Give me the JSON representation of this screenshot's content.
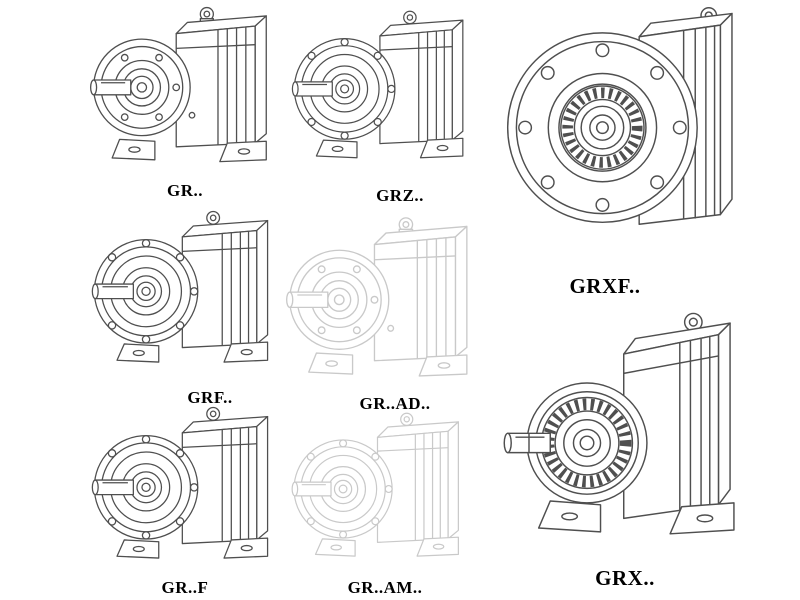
{
  "page": {
    "background_color": "#ffffff",
    "line_color": "#4f4f4f",
    "ghost_line_color": "#c9c9c9",
    "label_color": "#000000"
  },
  "models": [
    {
      "id": "gr",
      "label": "GR.."
    },
    {
      "id": "grz",
      "label": "GRZ.."
    },
    {
      "id": "grxf",
      "label": "GRXF.."
    },
    {
      "id": "grf",
      "label": "GRF.."
    },
    {
      "id": "grad",
      "label": "GR..AD.."
    },
    {
      "id": "grff",
      "label": "GR..F"
    },
    {
      "id": "gram",
      "label": "GR..AM.."
    },
    {
      "id": "grx",
      "label": "GRX.."
    }
  ]
}
